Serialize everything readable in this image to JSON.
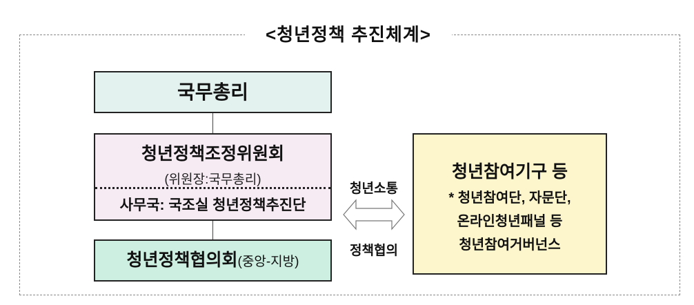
{
  "title": "<청년정책 추진체계>",
  "prime_minister": "국무총리",
  "committee": {
    "name": "청년정책조정위원회",
    "chair": "(위원장:국무총리)",
    "office": "사무국: 국조실 청년정책추진단"
  },
  "council": {
    "name": "청년정책협의회",
    "sub": "(중앙-지방)"
  },
  "arrow": {
    "top_label": "청년소통",
    "bottom_label": "정책협의"
  },
  "participation": {
    "name": "청년참여기구 등",
    "lines": [
      "* 청년참여단, 자문단,",
      "온라인청년패널 등",
      "청년참여거버넌스"
    ]
  }
}
